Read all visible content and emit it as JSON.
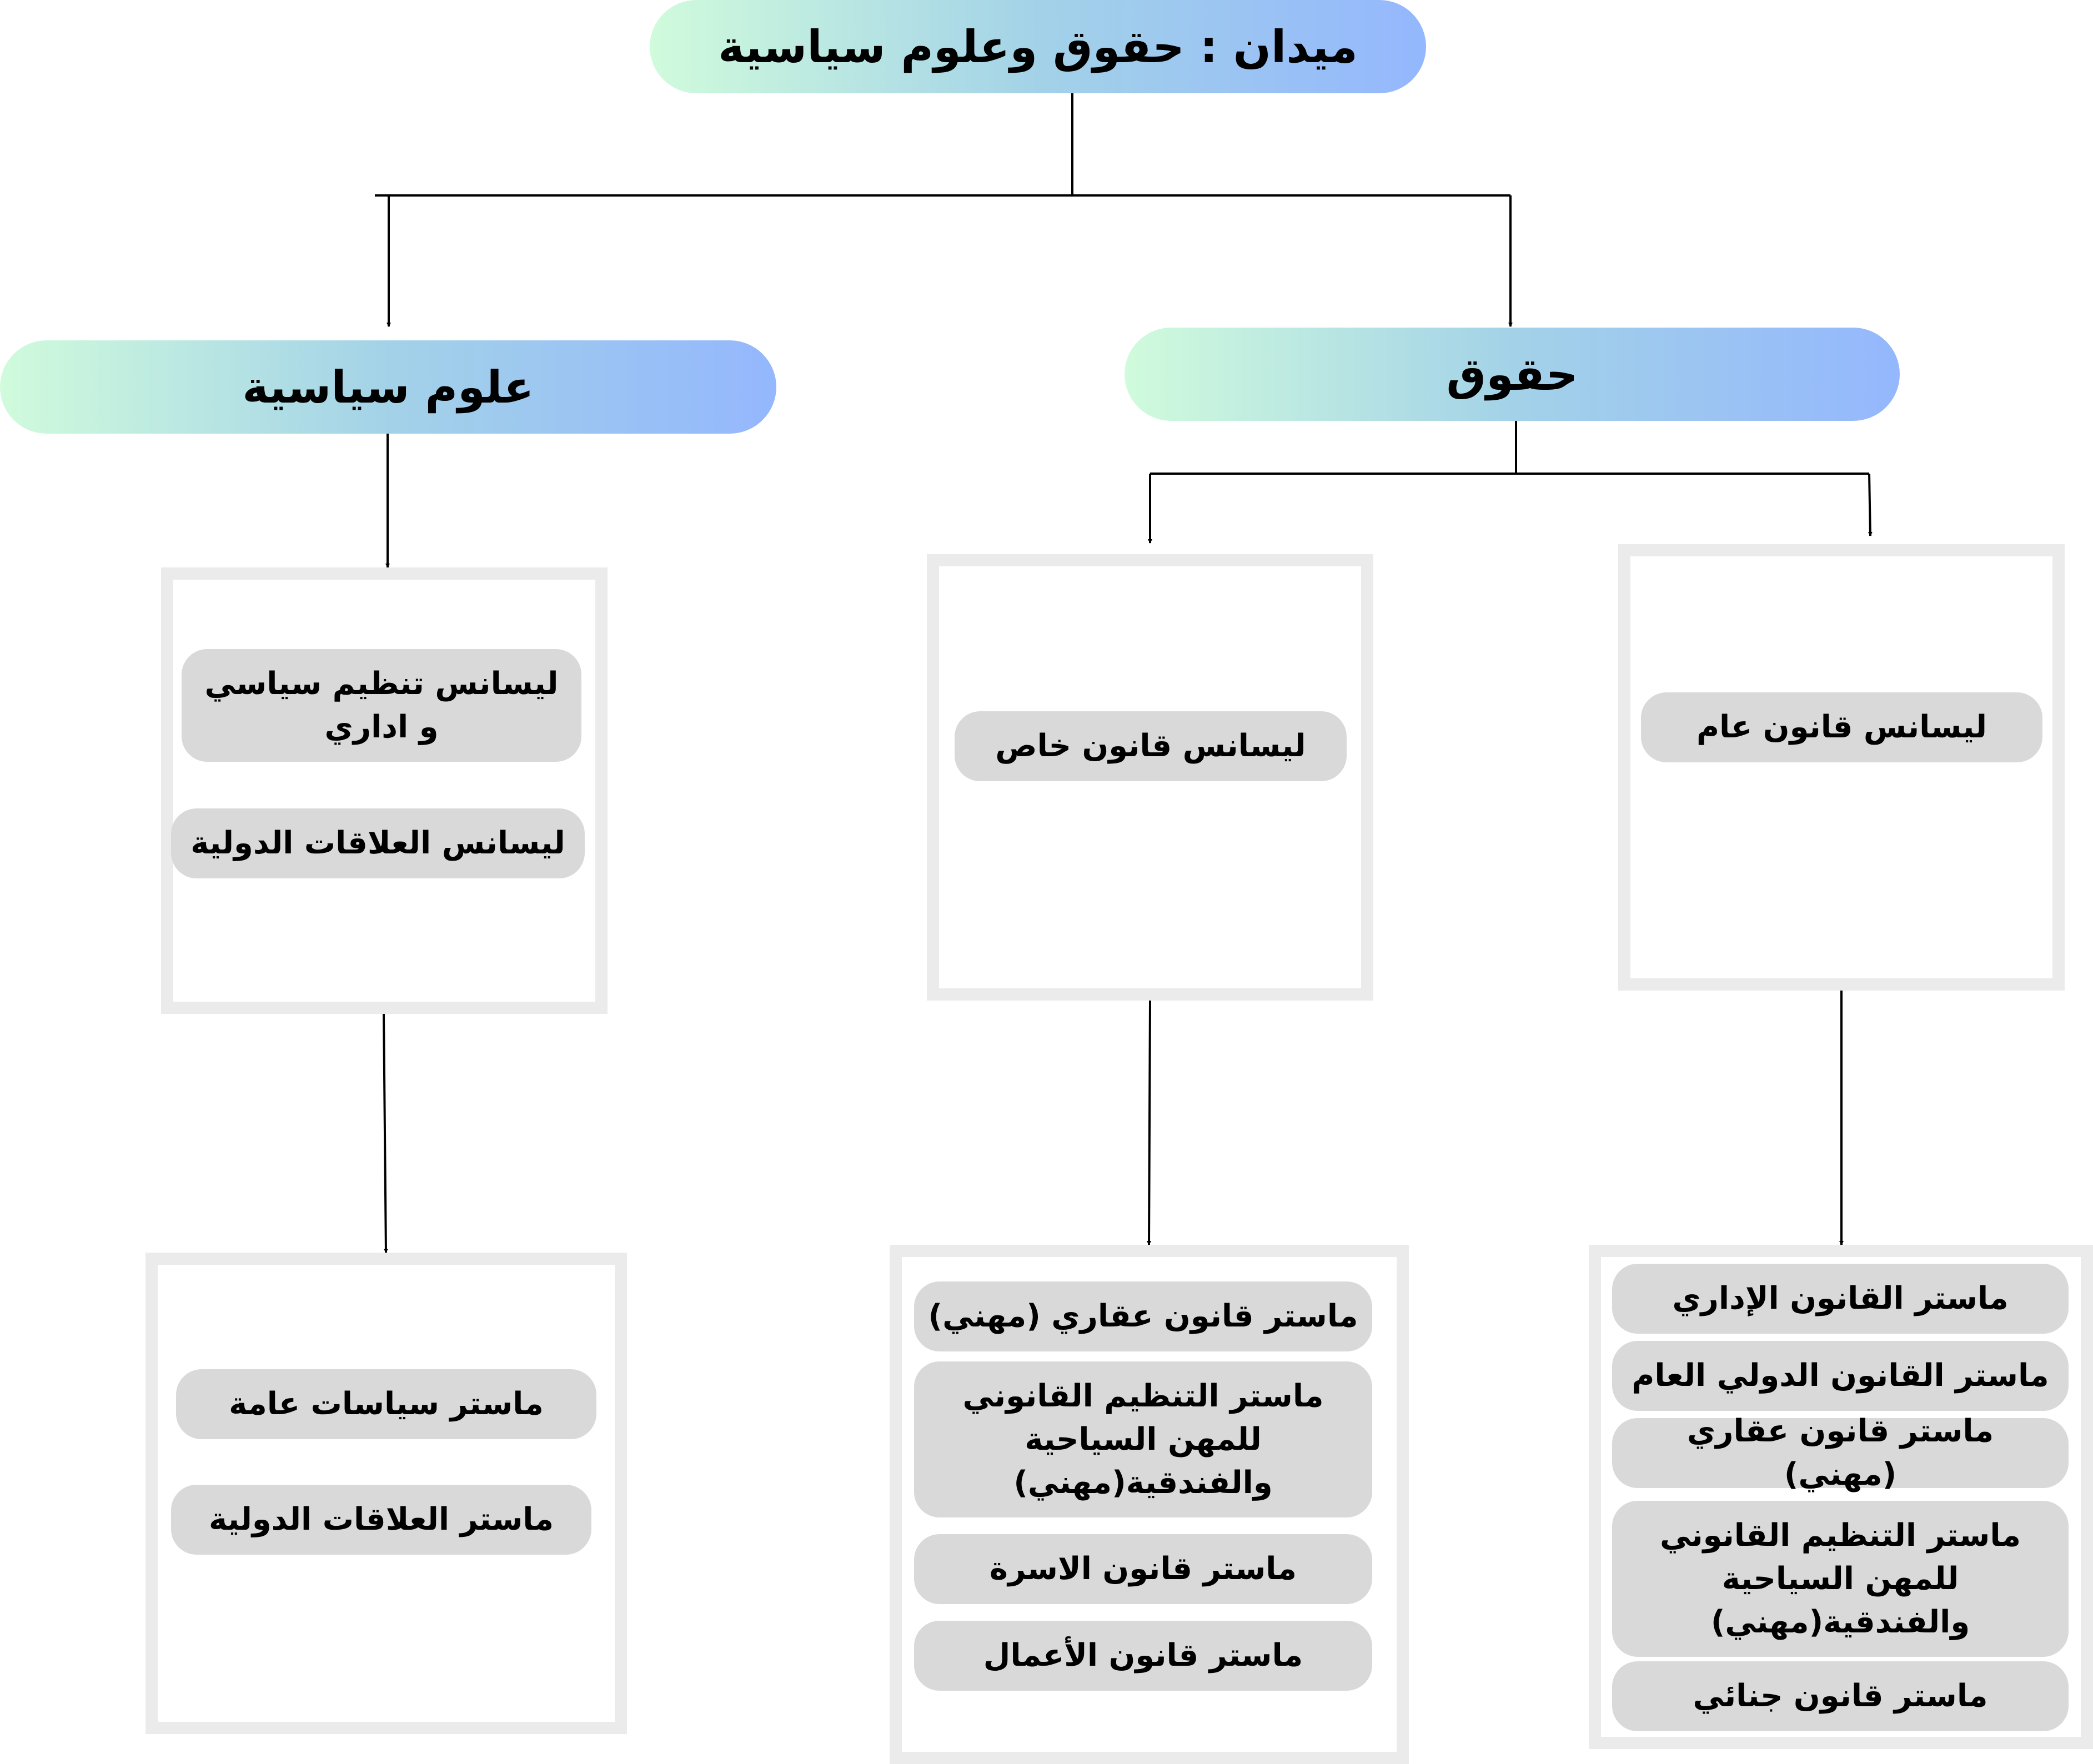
{
  "root": {
    "label": "ميدان : حقوق وعلوم سياسية"
  },
  "branches": {
    "political": {
      "label": "علوم سياسية",
      "licence": [
        "ليسانس تنظيم سياسي و اداري",
        "ليسانس العلاقات الدولية"
      ],
      "master": [
        "ماستر سياسات عامة",
        "ماستر العلاقات الدولية"
      ]
    },
    "law": {
      "label": "حقوق",
      "private": {
        "licence": [
          "ليسانس قانون خاص"
        ],
        "master": [
          "ماستر قانون عقاري (مهني)",
          "ماستر التنظيم القانوني للمهن السياحية والفندقية(مهني)",
          "ماستر قانون الاسرة",
          "ماستر قانون الأعمال"
        ]
      },
      "public": {
        "licence": [
          "ليسانس قانون عام"
        ],
        "master": [
          "ماستر القانون الإداري",
          "ماستر القانون الدولي العام",
          "ماستر قانون عقاري (مهني)",
          "ماستر التنظيم القانوني للمهن السياحية والفندقية(مهني)",
          "ماستر قانون جنائي"
        ]
      }
    }
  }
}
